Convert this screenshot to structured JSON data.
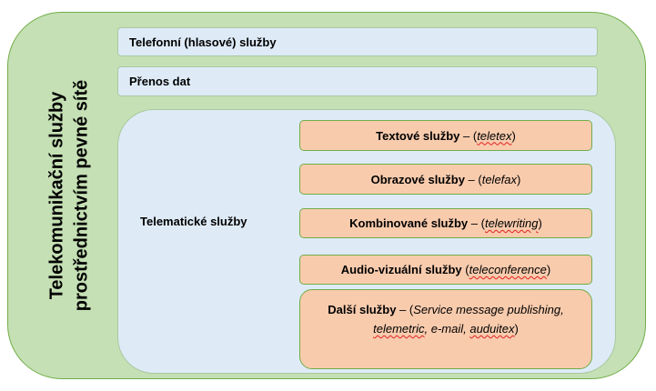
{
  "diagram": {
    "title_lines": [
      "Telekomunikační služby",
      "prostřednictvím pevné sítě"
    ],
    "voice": "Telefonní (hlasové) služby",
    "data_transfer": "Přenos dat",
    "telematic": "Telematické služby",
    "items": [
      {
        "name": "Textové služby",
        "sep": " – (",
        "example": "teletex",
        "close": ")"
      },
      {
        "name": "Obrazové služby",
        "sep": " – (",
        "example": "telefax",
        "close": ")"
      },
      {
        "name": "Kombinované služby",
        "sep": " – (",
        "example": "telewriting",
        "close": ")"
      },
      {
        "name": "Audio-vizuální služby",
        "sep": " (",
        "example": "teleconference",
        "close": ")"
      }
    ],
    "other": {
      "name": "Další služby",
      "sep": " – (",
      "line1": "Service message publishing,",
      "word_a": "telemetric",
      "word_b": ", e-mail, ",
      "word_c": "auduitex",
      "close": ")"
    },
    "colors": {
      "outer": "#c5e0b4",
      "blue": "#deebf7",
      "orange": "#f8cbad",
      "border_green": "#70ad47"
    }
  }
}
